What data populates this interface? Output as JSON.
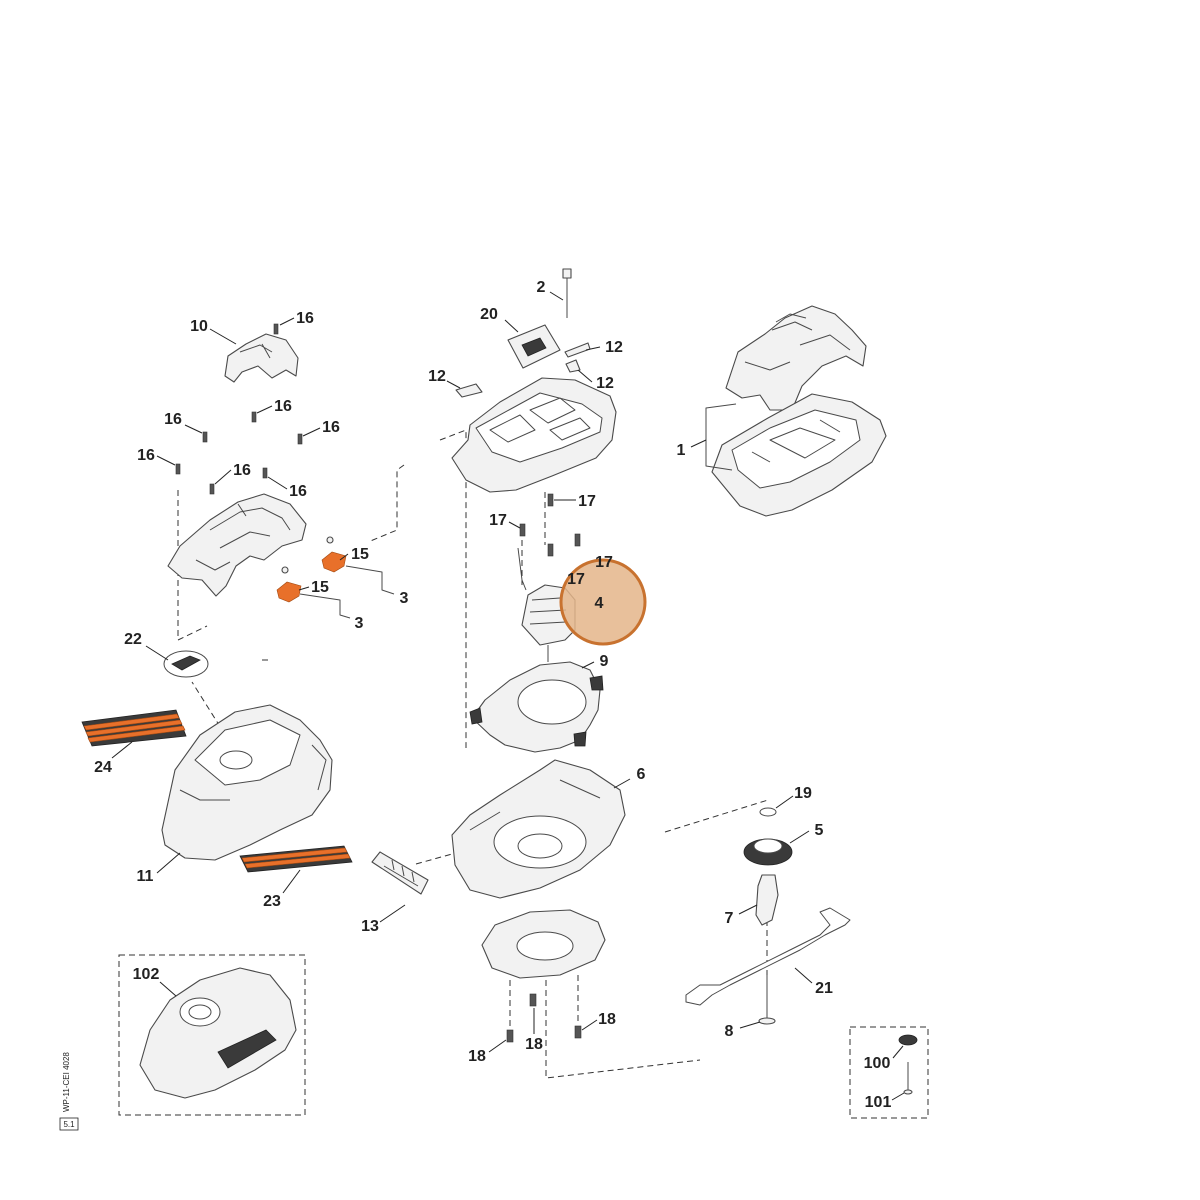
{
  "diagram": {
    "callouts": [
      "2",
      "20",
      "12",
      "12",
      "12",
      "10",
      "16",
      "16",
      "16",
      "16",
      "16",
      "16",
      "16",
      "1",
      "17",
      "17",
      "17",
      "17",
      "4",
      "15",
      "15",
      "3",
      "3",
      "22",
      "9",
      "24",
      "6",
      "19",
      "5",
      "11",
      "23",
      "7",
      "13",
      "102",
      "21",
      "18",
      "8",
      "18",
      "18",
      "100",
      "101"
    ],
    "drawing_ref": "WP-11-CEI 4028",
    "drawing_ref_box": "5.1"
  },
  "colors": {
    "line": "#4a4a4a",
    "part_fill": "#f2f2f2",
    "accent_orange": "#e8702a",
    "highlight_fill": "#e4b58a",
    "highlight_stroke": "#c8722f"
  }
}
